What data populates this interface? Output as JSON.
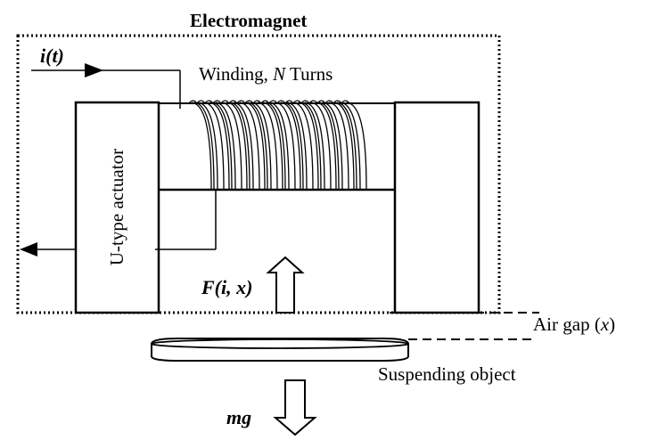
{
  "title": "Electromagnet",
  "labels": {
    "current": "i(t)",
    "winding_prefix": "Winding, ",
    "winding_var": "N",
    "winding_suffix": " Turns",
    "actuator": "U-type actuator",
    "force": "F(i, x)",
    "air_gap_prefix": "Air gap (",
    "air_gap_var": "x",
    "air_gap_suffix": ")",
    "object": "Suspending object",
    "weight": "mg"
  },
  "colors": {
    "stroke": "#000000",
    "background": "#ffffff"
  }
}
